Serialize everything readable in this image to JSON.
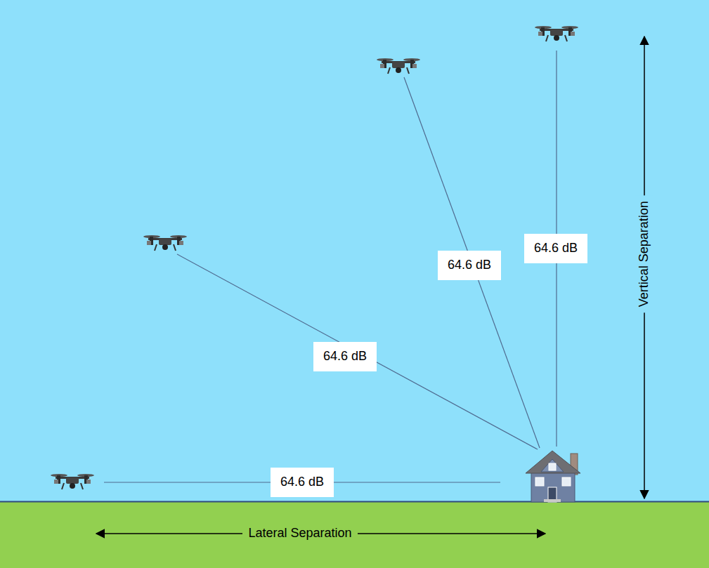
{
  "diagram": {
    "labels": [
      "64.6 dB",
      "64.6 dB",
      "64.6 dB",
      "64.6 dB",
      "Lateral Separation",
      "Vertical Separation"
    ]
  }
}
